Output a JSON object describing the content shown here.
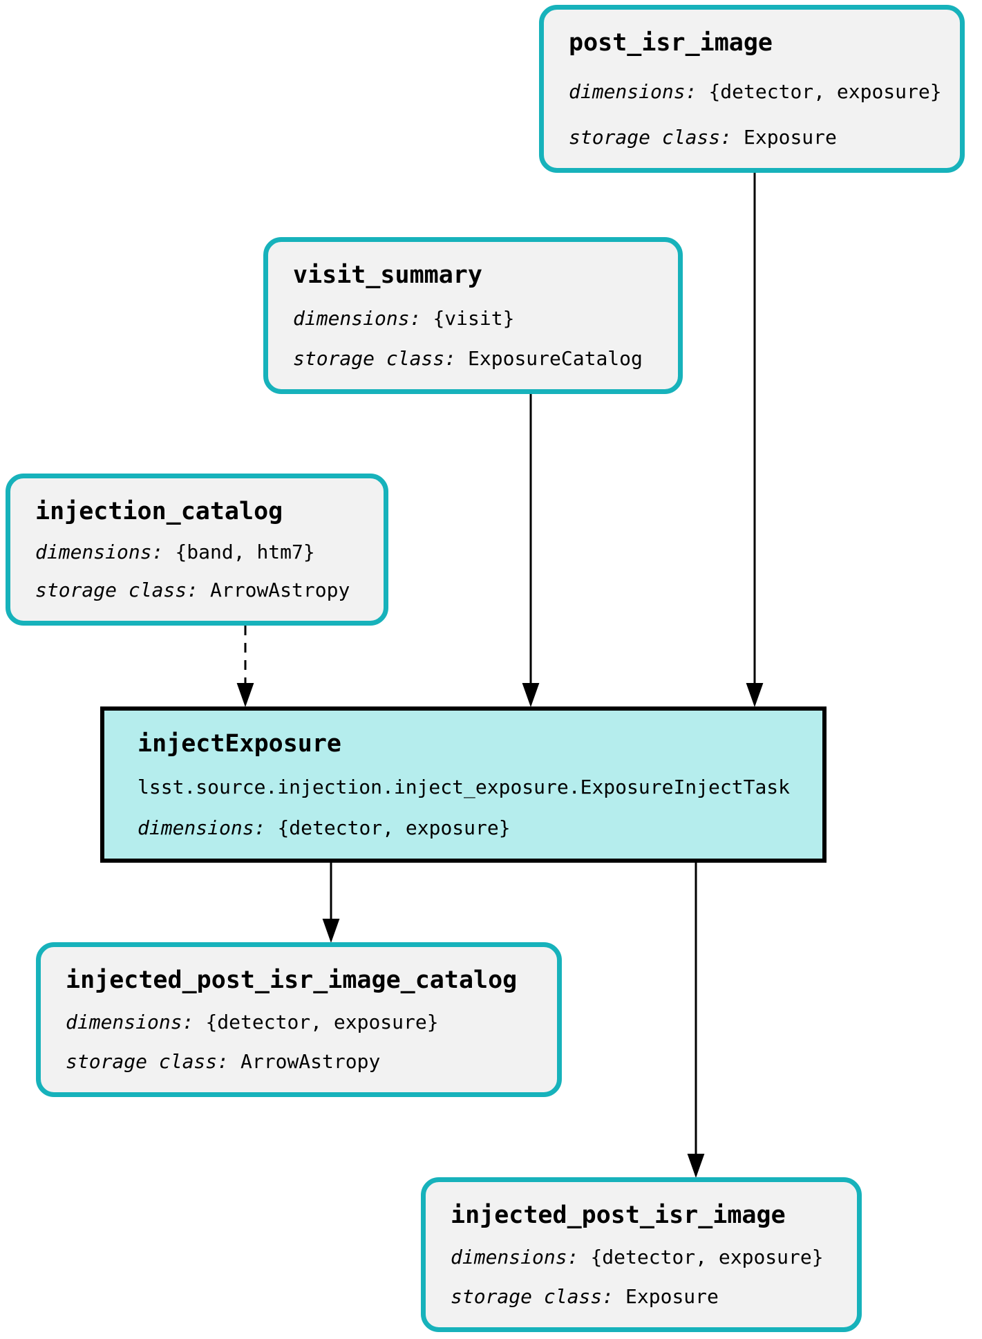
{
  "colors": {
    "dataset_border": "#17b2bb",
    "dataset_fill": "#f2f2f2",
    "task_border": "#000000",
    "task_fill": "#b5eded",
    "edge_color": "#000000",
    "background": "#ffffff",
    "text": "#000000"
  },
  "nodes": {
    "post_isr_image": {
      "type": "dataset",
      "title": "post_isr_image",
      "dimensions_label": "dimensions:",
      "dimensions_value": "{detector, exposure}",
      "storage_label": "storage class:",
      "storage_value": "Exposure"
    },
    "visit_summary": {
      "type": "dataset",
      "title": "visit_summary",
      "dimensions_label": "dimensions:",
      "dimensions_value": "{visit}",
      "storage_label": "storage class:",
      "storage_value": "ExposureCatalog"
    },
    "injection_catalog": {
      "type": "dataset",
      "title": "injection_catalog",
      "dimensions_label": "dimensions:",
      "dimensions_value": "{band, htm7}",
      "storage_label": "storage class:",
      "storage_value": "ArrowAstropy"
    },
    "injectExposure": {
      "type": "task",
      "title": "injectExposure",
      "task_class": "lsst.source.injection.inject_exposure.ExposureInjectTask",
      "dimensions_label": "dimensions:",
      "dimensions_value": "{detector, exposure}"
    },
    "injected_post_isr_image_catalog": {
      "type": "dataset",
      "title": "injected_post_isr_image_catalog",
      "dimensions_label": "dimensions:",
      "dimensions_value": "{detector, exposure}",
      "storage_label": "storage class:",
      "storage_value": "ArrowAstropy"
    },
    "injected_post_isr_image": {
      "type": "dataset",
      "title": "injected_post_isr_image",
      "dimensions_label": "dimensions:",
      "dimensions_value": "{detector, exposure}",
      "storage_label": "storage class:",
      "storage_value": "Exposure"
    }
  },
  "edges": [
    {
      "from": "post_isr_image",
      "to": "injectExposure",
      "style": "solid"
    },
    {
      "from": "visit_summary",
      "to": "injectExposure",
      "style": "solid"
    },
    {
      "from": "injection_catalog",
      "to": "injectExposure",
      "style": "dashed"
    },
    {
      "from": "injectExposure",
      "to": "injected_post_isr_image_catalog",
      "style": "solid"
    },
    {
      "from": "injectExposure",
      "to": "injected_post_isr_image",
      "style": "solid"
    }
  ]
}
